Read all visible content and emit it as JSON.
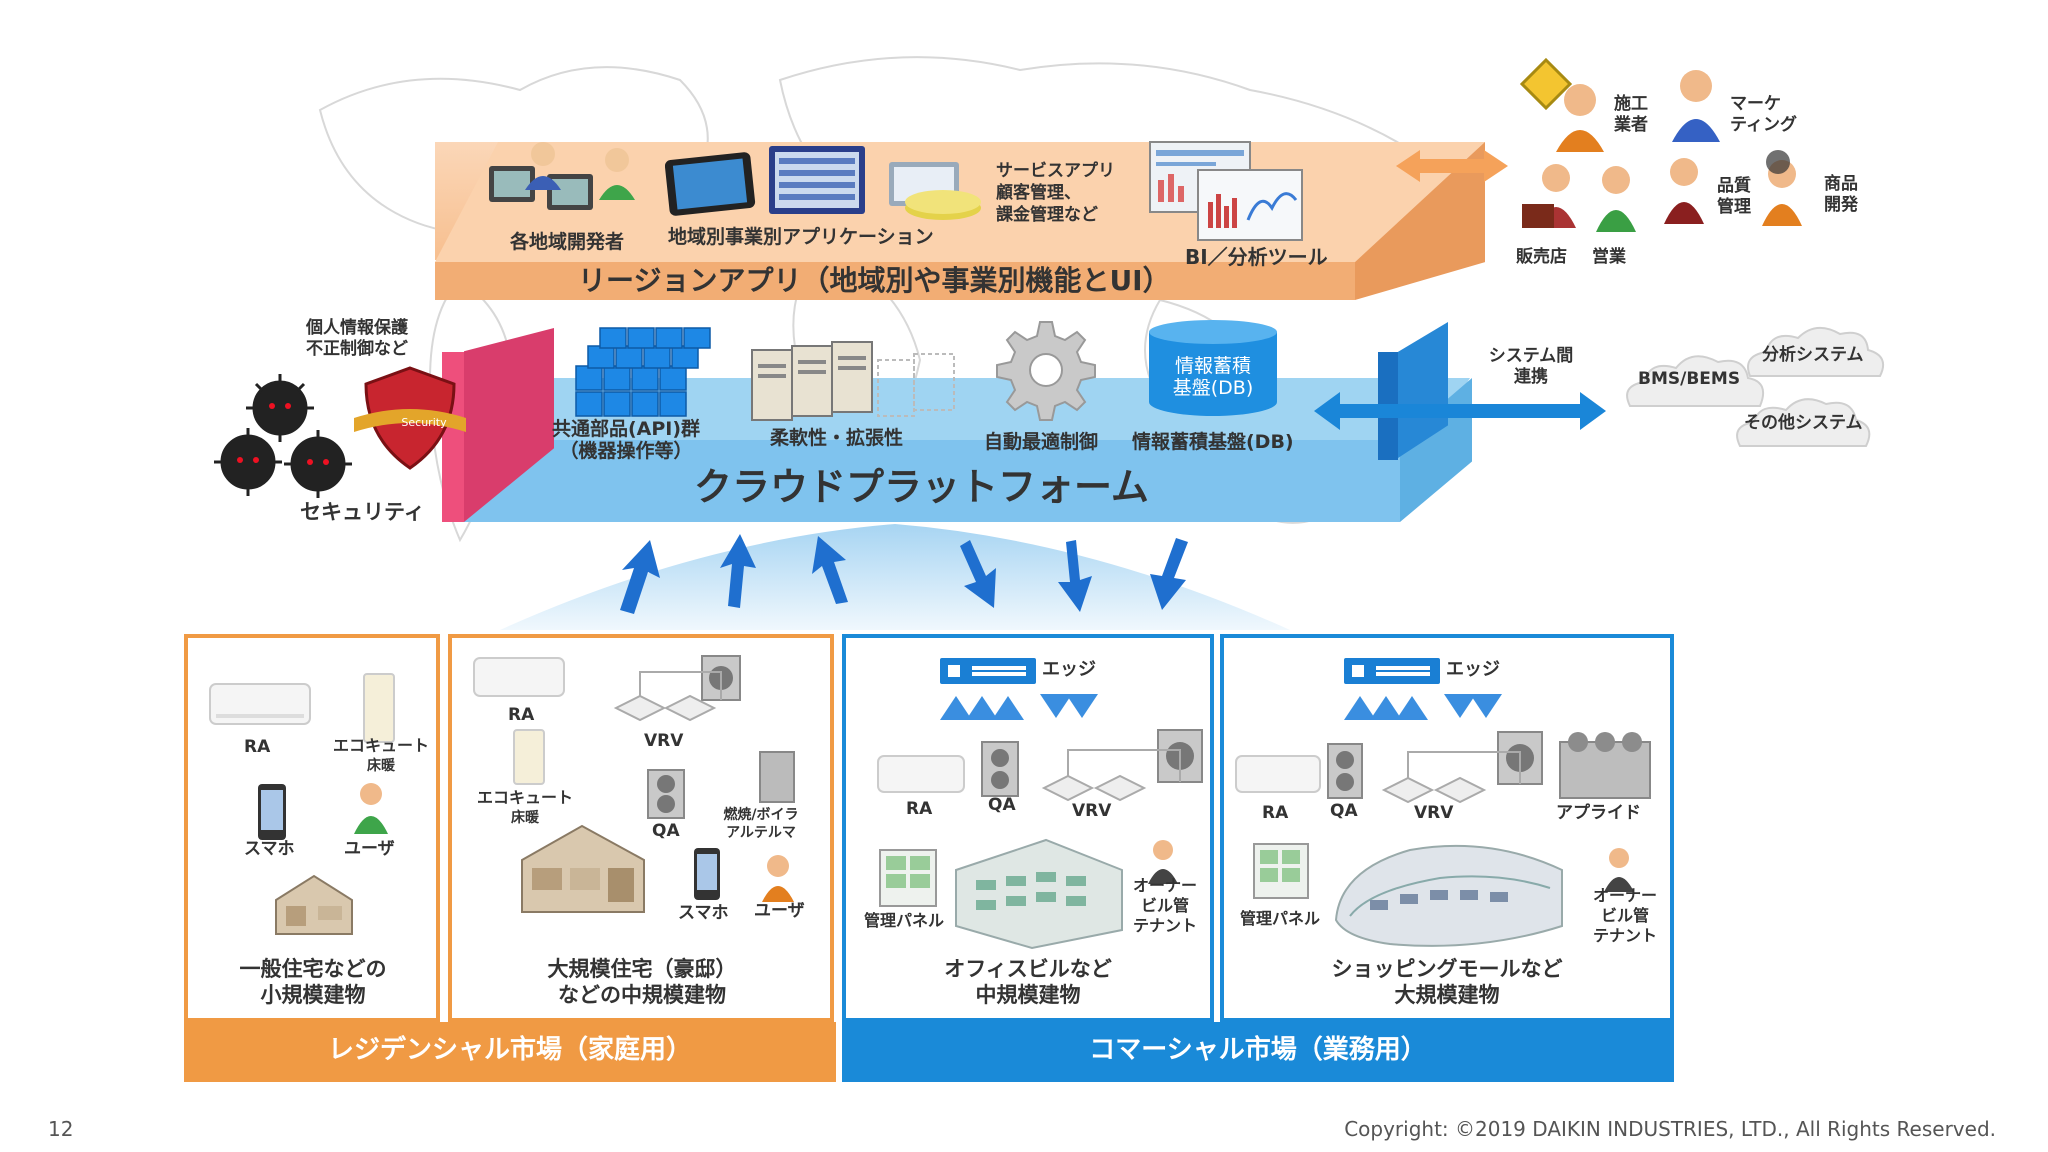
{
  "region_app": {
    "title": "リージョンアプリ（地域別や事業別機能とUI）",
    "label_dev": "各地域開発者",
    "label_apps": "地域別事業別アプリケーション",
    "label_service": [
      "サービスアプリ",
      "顧客管理、",
      "課金管理など"
    ],
    "label_bi": "BI／分析ツール"
  },
  "users": {
    "contractor": [
      "施工",
      "業者"
    ],
    "marketing": [
      "マーケ",
      "ティング"
    ],
    "quality": [
      "品質",
      "管理"
    ],
    "product": [
      "商品",
      "開発"
    ],
    "dealer": "販売店",
    "sales": "営業"
  },
  "platform": {
    "title": "クラウドプラットフォーム",
    "api": [
      "共通部品(API)群",
      "（機器操作等）"
    ],
    "flex": "柔軟性・拡張性",
    "auto": "自動最適制御",
    "db": "情報蓄積基盤(DB)",
    "db_icon": [
      "情報蓄積",
      "基盤(DB)"
    ],
    "security_note": [
      "個人情報保護",
      "不正制御など"
    ],
    "security": "セキュリティ",
    "shield": "Security",
    "integration": [
      "システム間",
      "連携"
    ]
  },
  "external": {
    "bems": "BMS/BEMS",
    "analysis": "分析システム",
    "other": "その他システム"
  },
  "markets": {
    "residential": "レジデンシャル市場（家庭用）",
    "commercial": "コマーシャル市場（業務用）",
    "small_home": {
      "ra": "RA",
      "ecocute": [
        "エコキュート",
        "床暖"
      ],
      "phone": "スマホ",
      "user": "ユーザ",
      "caption": [
        "一般住宅などの",
        "小規模建物"
      ]
    },
    "large_home": {
      "ra": "RA",
      "vrv": "VRV",
      "ecocute": [
        "エコキュート",
        "床暖"
      ],
      "qa": "QA",
      "boiler": [
        "燃焼/ボイラ",
        "アルテルマ"
      ],
      "phone": "スマホ",
      "user": "ユーザ",
      "caption": [
        "大規模住宅（豪邸）",
        "などの中規模建物"
      ]
    },
    "office": {
      "edge": "エッジ",
      "ra": "RA",
      "qa": "QA",
      "vrv": "VRV",
      "panel": "管理パネル",
      "owner": [
        "オーナー",
        "ビル管",
        "テナント"
      ],
      "caption": [
        "オフィスビルなど",
        "中規模建物"
      ]
    },
    "mall": {
      "edge": "エッジ",
      "ra": "RA",
      "qa": "QA",
      "vrv": "VRV",
      "applied": "アプライド",
      "panel": "管理パネル",
      "owner": [
        "オーナー",
        "ビル管",
        "テナント"
      ],
      "caption": [
        "ショッピングモールなど",
        "大規模建物"
      ]
    }
  },
  "footer": {
    "page": "12",
    "copyright": "Copyright: ©2019 DAIKIN INDUSTRIES, LTD., All Rights Reserved."
  },
  "colors": {
    "orange": "#f09a44",
    "blue": "#1a8ad8",
    "cloud": "#7fc3ee",
    "app": "#f7bf8f",
    "security": "#ee4f7c"
  }
}
